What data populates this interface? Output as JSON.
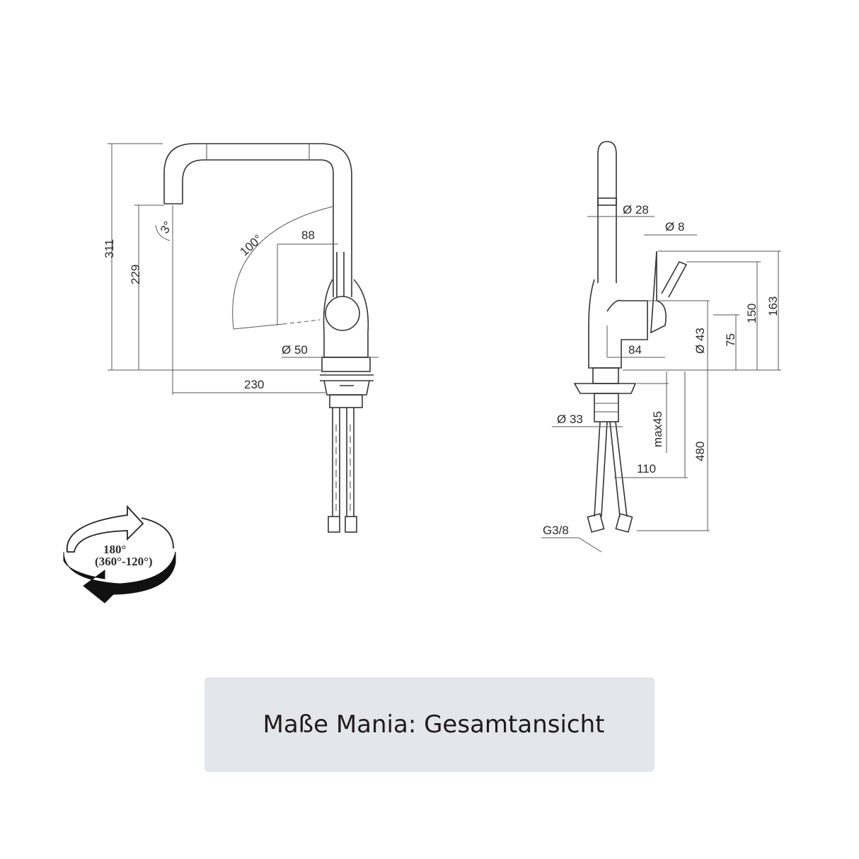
{
  "front_view": {
    "dim_total_height": "311",
    "dim_outlet_height": "229",
    "dim_angle_tilt": "3°",
    "dim_swing": "100°",
    "dim_lever_offset": "88",
    "dim_base_diameter": "Ø 50",
    "dim_reach": "230"
  },
  "side_view": {
    "dim_spout_diameter": "Ø 28",
    "dim_lever_diameter": "Ø 8",
    "dim_height_163": "163",
    "dim_height_150": "150",
    "dim_height_75": "75",
    "dim_body_diameter": "Ø 43",
    "dim_depth": "84",
    "dim_shank_diameter": "Ø 33",
    "dim_max_thickness": "max45",
    "dim_hose_length": "480",
    "dim_hose_offset": "110",
    "dim_thread": "G3/8"
  },
  "rotation_badge": {
    "angle": "180°",
    "range": "(360°-120°)"
  },
  "caption": {
    "text": "Maße Mania: Gesamtansicht"
  }
}
